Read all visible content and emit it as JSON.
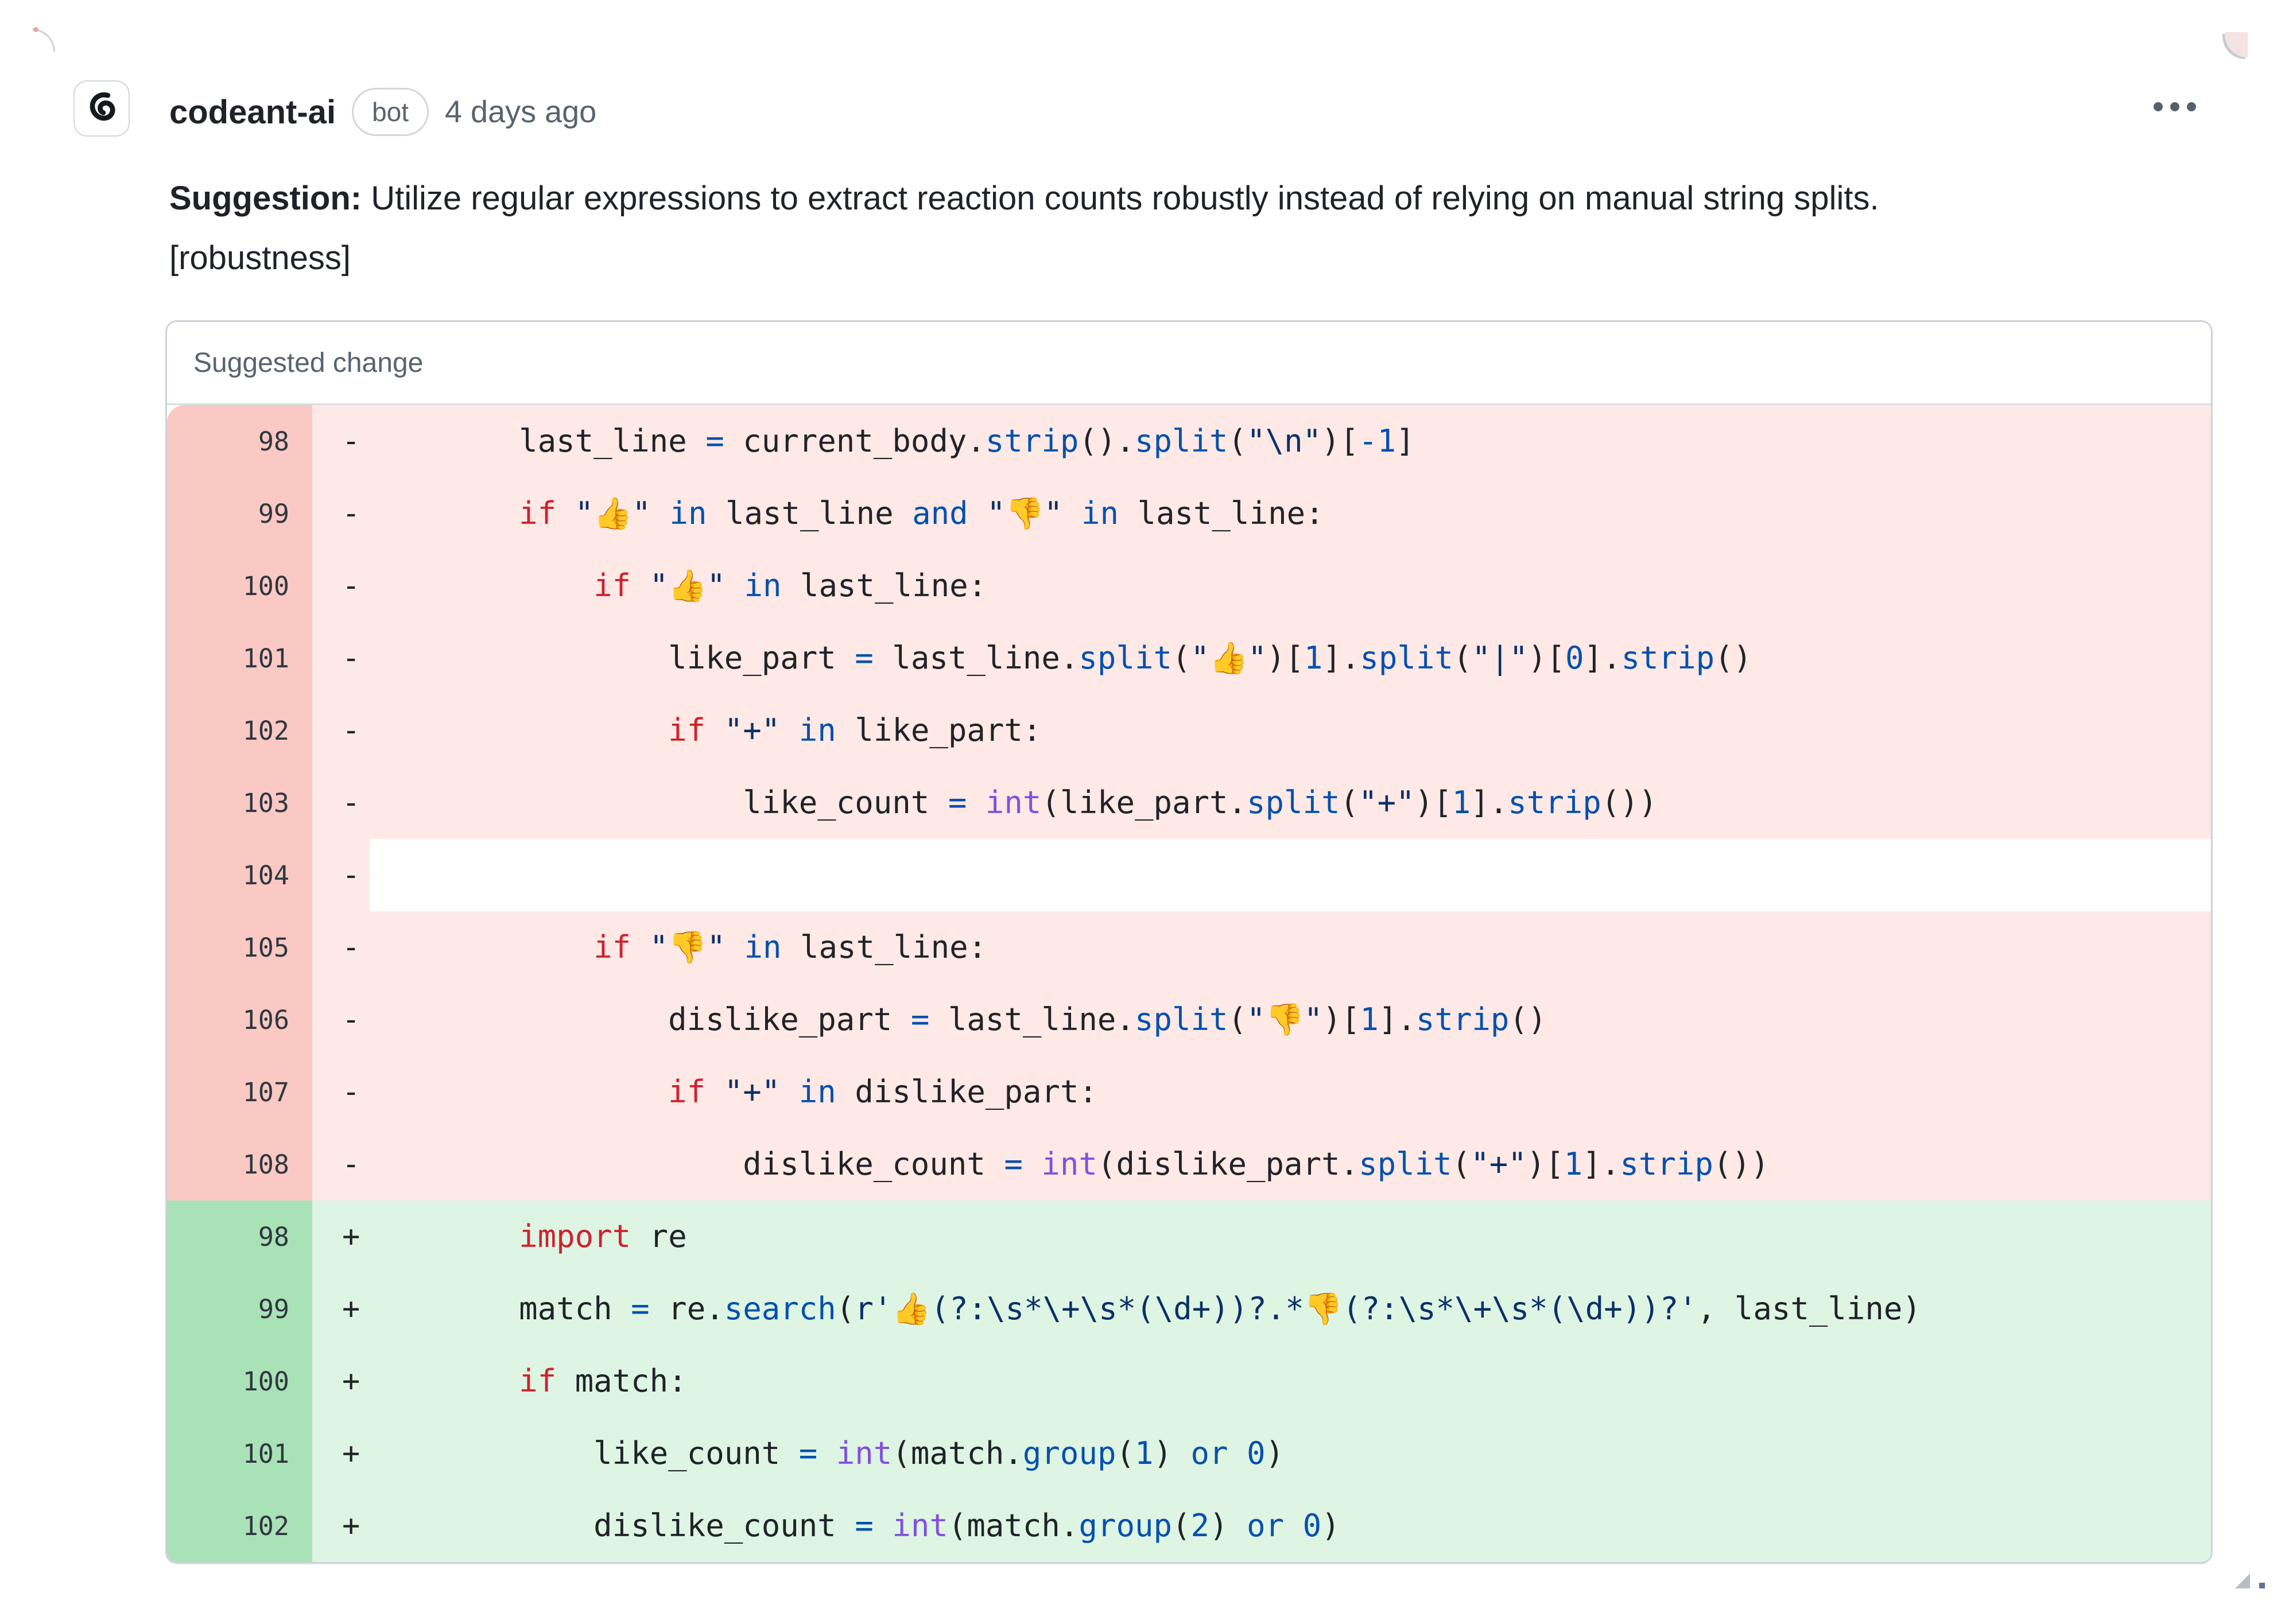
{
  "comment": {
    "author": "codeant-ai",
    "badge": "bot",
    "timestamp": "4 days ago",
    "suggestion_label": "Suggestion:",
    "suggestion_text": " Utilize regular expressions to extract reaction counts robustly instead of relying on manual string splits.",
    "suggestion_line2": "[robustness]"
  },
  "icons": {
    "avatar": "codeant-logo-icon",
    "menu": "kebab-menu-icon",
    "grip": "resize-grip-icon"
  },
  "colors": {
    "text": "#1f2328",
    "muted": "#59636e",
    "border": "#ccd3da",
    "keyword": "#cf222e",
    "call_and_operator": "#0550ae",
    "builtin": "#8250df",
    "string": "#0a3069",
    "emoji": "#dba617",
    "deletion_bg": "#ffe9e6",
    "deletion_gutter": "#fac9c4",
    "addition_bg": "#def5e3",
    "addition_gutter": "#a9e2b7"
  },
  "suggested_change": {
    "title": "Suggested change",
    "rows": [
      {
        "num": "98",
        "sign": "-",
        "kind": "del",
        "segs": [
          [
            "d",
            "        last_line "
          ],
          [
            "o",
            "="
          ],
          [
            "d",
            " current_body."
          ],
          [
            "o",
            "strip"
          ],
          [
            "d",
            "()."
          ],
          [
            "o",
            "split"
          ],
          [
            "d",
            "("
          ],
          [
            "s",
            "\"\\n\""
          ],
          [
            "d",
            ")["
          ],
          [
            "o",
            "-1"
          ],
          [
            "d",
            "]"
          ]
        ]
      },
      {
        "num": "99",
        "sign": "-",
        "kind": "del",
        "segs": [
          [
            "d",
            "        "
          ],
          [
            "k",
            "if"
          ],
          [
            "d",
            " "
          ],
          [
            "s",
            "\""
          ],
          [
            "e",
            "👍"
          ],
          [
            "s",
            "\""
          ],
          [
            "d",
            " "
          ],
          [
            "o",
            "in"
          ],
          [
            "d",
            " last_line "
          ],
          [
            "o",
            "and"
          ],
          [
            "d",
            " "
          ],
          [
            "s",
            "\""
          ],
          [
            "e",
            "👎"
          ],
          [
            "s",
            "\""
          ],
          [
            "d",
            " "
          ],
          [
            "o",
            "in"
          ],
          [
            "d",
            " last_line:"
          ]
        ]
      },
      {
        "num": "100",
        "sign": "-",
        "kind": "del",
        "segs": [
          [
            "d",
            "            "
          ],
          [
            "k",
            "if"
          ],
          [
            "d",
            " "
          ],
          [
            "s",
            "\""
          ],
          [
            "e",
            "👍"
          ],
          [
            "s",
            "\""
          ],
          [
            "d",
            " "
          ],
          [
            "o",
            "in"
          ],
          [
            "d",
            " last_line:"
          ]
        ]
      },
      {
        "num": "101",
        "sign": "-",
        "kind": "del",
        "segs": [
          [
            "d",
            "                like_part "
          ],
          [
            "o",
            "="
          ],
          [
            "d",
            " last_line."
          ],
          [
            "o",
            "split"
          ],
          [
            "d",
            "("
          ],
          [
            "s",
            "\""
          ],
          [
            "e",
            "👍"
          ],
          [
            "s",
            "\""
          ],
          [
            "d",
            ")["
          ],
          [
            "o",
            "1"
          ],
          [
            "d",
            "]."
          ],
          [
            "o",
            "split"
          ],
          [
            "d",
            "("
          ],
          [
            "s",
            "\"|\""
          ],
          [
            "d",
            ")["
          ],
          [
            "o",
            "0"
          ],
          [
            "d",
            "]."
          ],
          [
            "o",
            "strip"
          ],
          [
            "d",
            "()"
          ]
        ]
      },
      {
        "num": "102",
        "sign": "-",
        "kind": "del",
        "segs": [
          [
            "d",
            "                "
          ],
          [
            "k",
            "if"
          ],
          [
            "d",
            " "
          ],
          [
            "s",
            "\"+\""
          ],
          [
            "d",
            " "
          ],
          [
            "o",
            "in"
          ],
          [
            "d",
            " like_part:"
          ]
        ]
      },
      {
        "num": "103",
        "sign": "-",
        "kind": "del",
        "segs": [
          [
            "d",
            "                    like_count "
          ],
          [
            "o",
            "="
          ],
          [
            "d",
            " "
          ],
          [
            "f",
            "int"
          ],
          [
            "d",
            "(like_part."
          ],
          [
            "o",
            "split"
          ],
          [
            "d",
            "("
          ],
          [
            "s",
            "\"+\""
          ],
          [
            "d",
            ")["
          ],
          [
            "o",
            "1"
          ],
          [
            "d",
            "]."
          ],
          [
            "o",
            "strip"
          ],
          [
            "d",
            "())"
          ]
        ]
      },
      {
        "num": "104",
        "sign": "-",
        "kind": "del",
        "segs": []
      },
      {
        "num": "105",
        "sign": "-",
        "kind": "del",
        "segs": [
          [
            "d",
            "            "
          ],
          [
            "k",
            "if"
          ],
          [
            "d",
            " "
          ],
          [
            "s",
            "\""
          ],
          [
            "e",
            "👎"
          ],
          [
            "s",
            "\""
          ],
          [
            "d",
            " "
          ],
          [
            "o",
            "in"
          ],
          [
            "d",
            " last_line:"
          ]
        ]
      },
      {
        "num": "106",
        "sign": "-",
        "kind": "del",
        "segs": [
          [
            "d",
            "                dislike_part "
          ],
          [
            "o",
            "="
          ],
          [
            "d",
            " last_line."
          ],
          [
            "o",
            "split"
          ],
          [
            "d",
            "("
          ],
          [
            "s",
            "\""
          ],
          [
            "e",
            "👎"
          ],
          [
            "s",
            "\""
          ],
          [
            "d",
            ")["
          ],
          [
            "o",
            "1"
          ],
          [
            "d",
            "]."
          ],
          [
            "o",
            "strip"
          ],
          [
            "d",
            "()"
          ]
        ]
      },
      {
        "num": "107",
        "sign": "-",
        "kind": "del",
        "segs": [
          [
            "d",
            "                "
          ],
          [
            "k",
            "if"
          ],
          [
            "d",
            " "
          ],
          [
            "s",
            "\"+\""
          ],
          [
            "d",
            " "
          ],
          [
            "o",
            "in"
          ],
          [
            "d",
            " dislike_part:"
          ]
        ]
      },
      {
        "num": "108",
        "sign": "-",
        "kind": "del",
        "segs": [
          [
            "d",
            "                    dislike_count "
          ],
          [
            "o",
            "="
          ],
          [
            "d",
            " "
          ],
          [
            "f",
            "int"
          ],
          [
            "d",
            "(dislike_part."
          ],
          [
            "o",
            "split"
          ],
          [
            "d",
            "("
          ],
          [
            "s",
            "\"+\""
          ],
          [
            "d",
            ")["
          ],
          [
            "o",
            "1"
          ],
          [
            "d",
            "]."
          ],
          [
            "o",
            "strip"
          ],
          [
            "d",
            "())"
          ]
        ]
      },
      {
        "num": "98",
        "sign": "+",
        "kind": "add",
        "segs": [
          [
            "d",
            "        "
          ],
          [
            "k",
            "import"
          ],
          [
            "d",
            " re"
          ]
        ]
      },
      {
        "num": "99",
        "sign": "+",
        "kind": "add",
        "segs": [
          [
            "d",
            "        match "
          ],
          [
            "o",
            "="
          ],
          [
            "d",
            " re."
          ],
          [
            "o",
            "search"
          ],
          [
            "d",
            "("
          ],
          [
            "s",
            "r'"
          ],
          [
            "e",
            "👍"
          ],
          [
            "s",
            "(?:\\s*\\+\\s*(\\d+))?.*"
          ],
          [
            "e",
            "👎"
          ],
          [
            "s",
            "(?:\\s*\\+\\s*(\\d+))?'"
          ],
          [
            "d",
            ", last_line)"
          ]
        ]
      },
      {
        "num": "100",
        "sign": "+",
        "kind": "add",
        "segs": [
          [
            "d",
            "        "
          ],
          [
            "k",
            "if"
          ],
          [
            "d",
            " match:"
          ]
        ]
      },
      {
        "num": "101",
        "sign": "+",
        "kind": "add",
        "segs": [
          [
            "d",
            "            like_count "
          ],
          [
            "o",
            "="
          ],
          [
            "d",
            " "
          ],
          [
            "f",
            "int"
          ],
          [
            "d",
            "(match."
          ],
          [
            "o",
            "group"
          ],
          [
            "d",
            "("
          ],
          [
            "o",
            "1"
          ],
          [
            "d",
            ") "
          ],
          [
            "o",
            "or"
          ],
          [
            "d",
            " "
          ],
          [
            "o",
            "0"
          ],
          [
            "d",
            ")"
          ]
        ]
      },
      {
        "num": "102",
        "sign": "+",
        "kind": "add",
        "segs": [
          [
            "d",
            "            dislike_count "
          ],
          [
            "o",
            "="
          ],
          [
            "d",
            " "
          ],
          [
            "f",
            "int"
          ],
          [
            "d",
            "(match."
          ],
          [
            "o",
            "group"
          ],
          [
            "d",
            "("
          ],
          [
            "o",
            "2"
          ],
          [
            "d",
            ") "
          ],
          [
            "o",
            "or"
          ],
          [
            "d",
            " "
          ],
          [
            "o",
            "0"
          ],
          [
            "d",
            ")"
          ]
        ]
      }
    ]
  }
}
